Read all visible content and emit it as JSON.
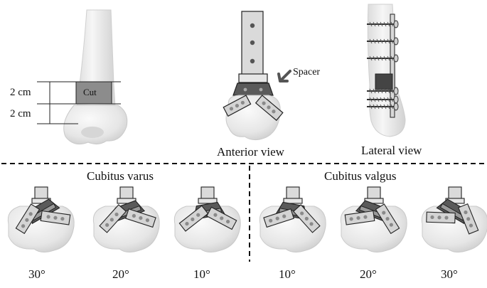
{
  "top": {
    "cut_label": "Cut",
    "dim_upper": "2 cm",
    "dim_lower": "2 cm",
    "spacer_label": "Spacer",
    "anterior_view_label": "Anterior view",
    "lateral_view_label": "Lateral view"
  },
  "groups": [
    {
      "title": "Cubitus varus"
    },
    {
      "title": "Cubitus valgus"
    }
  ],
  "angles": [
    "30°",
    "20°",
    "10°",
    "10°",
    "20°",
    "30°"
  ],
  "colors": {
    "bone": "#e9e9e9",
    "bone_shadow": "#c9c9c9",
    "plate": "#d9d9d9",
    "wedge_dark": "#555555",
    "wedge_mid": "#8a8a8a",
    "cut_block": "#8c8c8c",
    "screw": "#9a9a9a"
  }
}
